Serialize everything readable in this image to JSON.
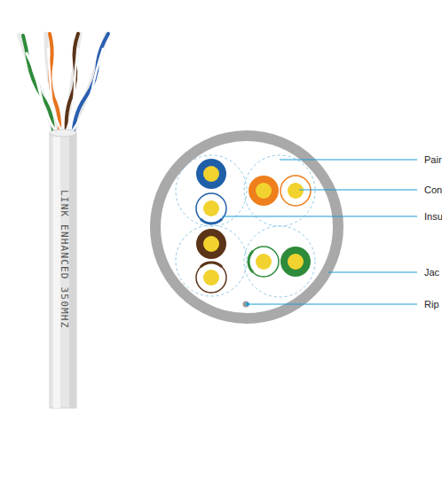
{
  "diagram": {
    "labels": [
      "LINK ENHANCED 350MHZ",
      "Pair",
      "Con",
      "Insu",
      "Jac",
      "Rip"
    ]
  }
}
